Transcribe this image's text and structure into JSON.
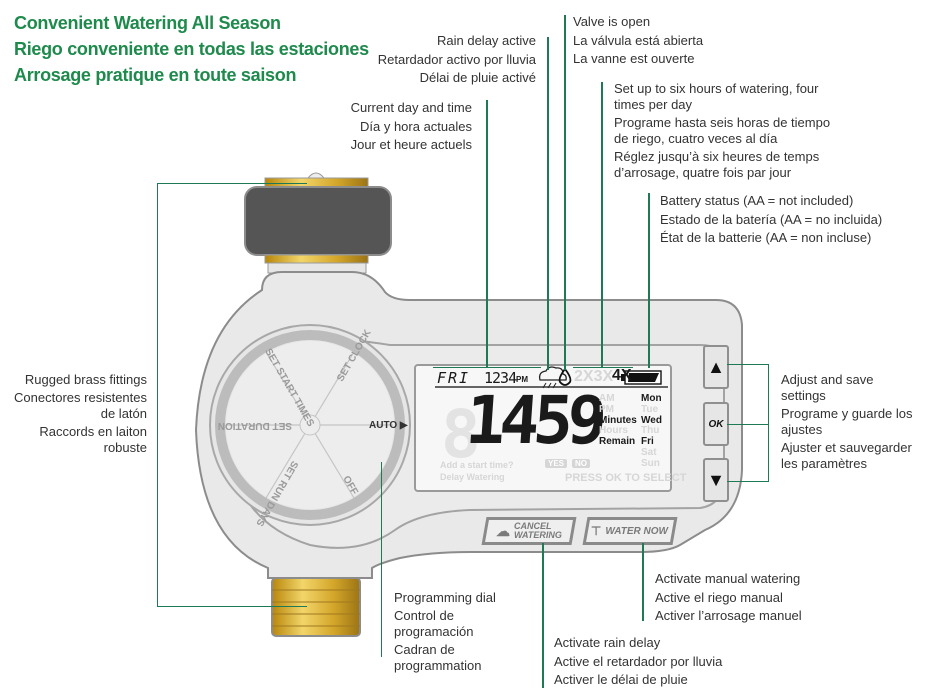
{
  "title": {
    "en": "Convenient Watering All Season",
    "es": "Riego conveniente en todas las estaciones",
    "fr": "Arrosage pratique en toute saison"
  },
  "callouts": {
    "rain_delay": {
      "en": "Rain delay active",
      "es": "Retardador activo por lluvia",
      "fr": "Délai de pluie activé"
    },
    "day_time": {
      "en": "Current day and time",
      "es": "Día y hora actuales",
      "fr": "Jour et heure actuels"
    },
    "valve": {
      "en": "Valve is open",
      "es": "La válvula está abierta",
      "fr": "La vanne est ouverte"
    },
    "six_hours": {
      "en1": "Set up to six hours of watering, four",
      "en2": "times per day",
      "es1": "Programe hasta seis horas de tiempo",
      "es2": "de riego, cuatro veces al día",
      "fr1": "Réglez jusqu’à six heures de temps",
      "fr2": "d’arrosage, quatre fois par jour"
    },
    "battery": {
      "en": "Battery status (AA = not included)",
      "es": "Estado de la batería (AA = no incluida)",
      "fr": "État de la batterie (AA = non incluse)"
    },
    "brass": {
      "en": "Rugged brass fittings",
      "es1": "Conectores resistentes",
      "es2": "de latón",
      "fr1": "Raccords en laiton",
      "fr2": "robuste"
    },
    "adjust": {
      "en1": "Adjust and save",
      "en2": "settings",
      "es1": "Programe y guarde los",
      "es2": "ajustes",
      "fr1": "Ajuster et sauvegarder",
      "fr2": "les paramètres"
    },
    "dial": {
      "en": "Programming dial",
      "es1": "Control de",
      "es2": "programación",
      "fr1": "Cadran de",
      "fr2": "programmation"
    },
    "manual": {
      "en": "Activate manual watering",
      "es": "Active el riego manual",
      "fr": "Activer l’arrosage manuel"
    },
    "rain_delay_btn": {
      "en": "Activate rain delay",
      "es": "Active el retardador por lluvia",
      "fr": "Activer le délai de pluie"
    }
  },
  "lcd": {
    "day": "FRI",
    "time": "1234",
    "ampm": "PM",
    "freq_dim": "2X3X",
    "freq_active": "4X",
    "main_digits": "1459",
    "units": [
      "AM",
      "PM",
      "Minutes",
      "Hours",
      "Remain"
    ],
    "units_active": [
      false,
      false,
      true,
      false,
      true
    ],
    "days": [
      "Mon",
      "Tue",
      "Wed",
      "Thu",
      "Fri",
      "Sat",
      "Sun"
    ],
    "days_active": [
      true,
      false,
      true,
      false,
      true,
      false,
      false
    ],
    "prompt1": "Add a start time?",
    "prompt2": "Delay Watering",
    "yes": "YES",
    "no": "NO",
    "press_ok": "PRESS OK TO SELECT"
  },
  "dial": {
    "set_clock": "SET CLOCK",
    "auto": "AUTO ▶",
    "off": "OFF",
    "set_run_days": "SET RUN DAYS",
    "set_duration": "SET DURATION",
    "set_start_times": "SET START TIMES"
  },
  "buttons": {
    "up": "▲",
    "ok": "OK",
    "down": "▼",
    "cancel_l1": "CANCEL",
    "cancel_l2": "WATERING",
    "water_now": "WATER NOW"
  },
  "colors": {
    "title_green": "#1e8a4c",
    "callout_line": "#1e7a55",
    "body_gray": "#e9e9e9",
    "brass": "#d4a62a",
    "cap_dark": "#555555"
  }
}
